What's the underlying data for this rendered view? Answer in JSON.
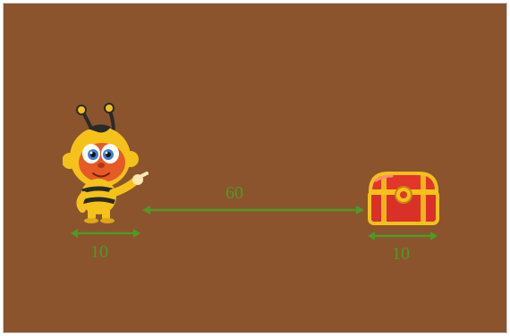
{
  "scene": {
    "background_color": "#8b542d",
    "measure_color": "#4e9a25",
    "character": {
      "name": "bee-character"
    },
    "chest": {
      "name": "treasure-chest"
    },
    "measurements": {
      "character_width": "10",
      "gap_distance": "60",
      "chest_width": "10"
    }
  }
}
